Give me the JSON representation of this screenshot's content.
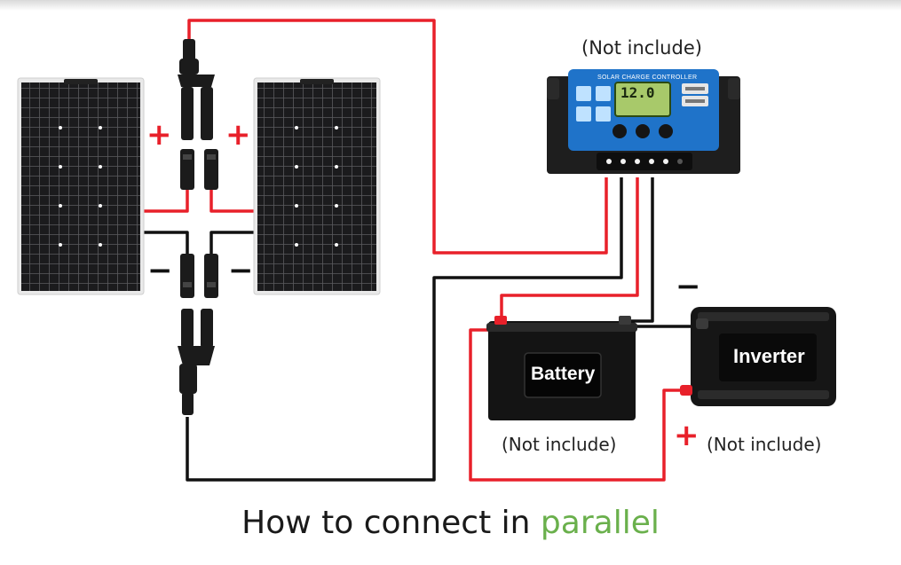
{
  "labels": {
    "controller_note": "(Not include)",
    "battery_note": "(Not include)",
    "inverter_note": "(Not include)"
  },
  "devices": {
    "battery": "Battery",
    "inverter": "Inverter",
    "controller_title": "SOLAR CHARGE CONTROLLER",
    "controller_display": "12.0"
  },
  "polarity": {
    "positive": "+",
    "negative": "−"
  },
  "caption": {
    "main": "How to connect in ",
    "accent": "parallel"
  },
  "colors": {
    "positive_wire": "#e8202a",
    "negative_wire": "#111111",
    "accent": "#6ab04c",
    "controller_face": "#1f73c9"
  }
}
